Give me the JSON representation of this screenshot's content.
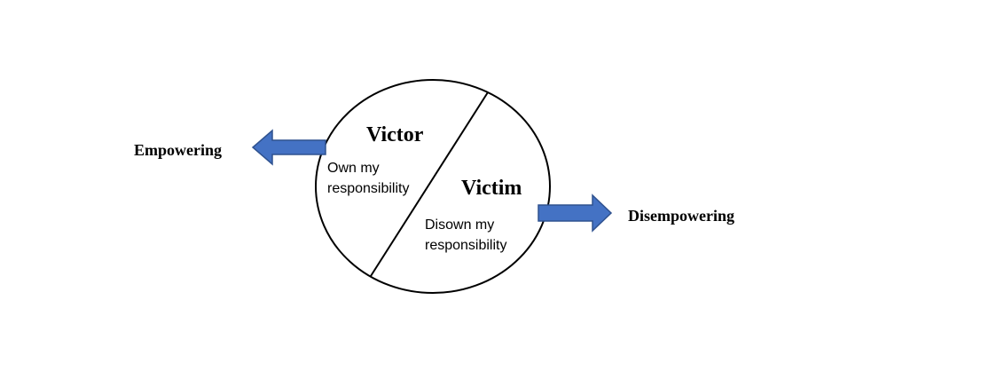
{
  "left_label": "Empowering",
  "right_label": "Disempowering",
  "victor": {
    "title": "Victor",
    "line1": "Own my",
    "line2": "responsibility"
  },
  "victim": {
    "title": "Victim",
    "line1": "Disown my",
    "line2": "responsibility"
  },
  "colors": {
    "arrow_fill": "#4472C4",
    "arrow_stroke": "#2F528F",
    "outline": "#000000"
  }
}
